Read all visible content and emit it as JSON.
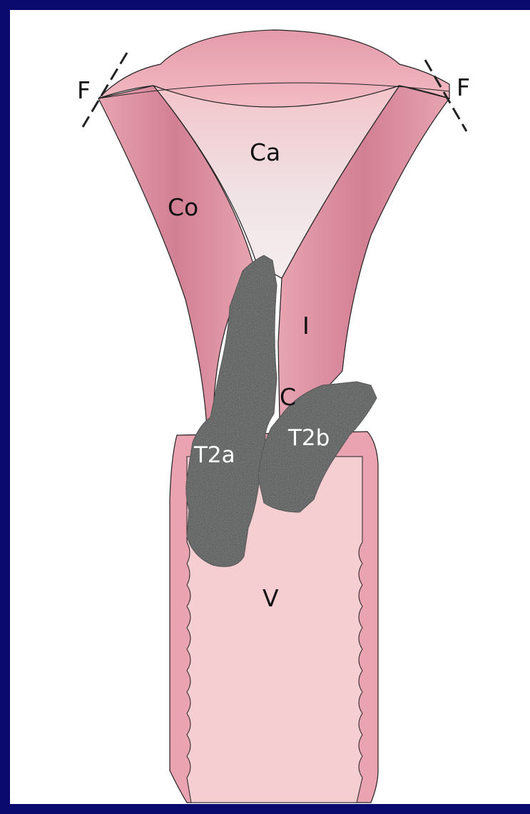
{
  "colors": {
    "frame": "#0a0a6e",
    "background": "#ffffff",
    "muscle": "#d98a9c",
    "fundus_light": "#f4c3c9",
    "cavity": "#f3e6e8",
    "tumor": "#4a4f4d",
    "vagina_stripe": "#f0b8bf"
  },
  "labels": {
    "fallopian_left": "F",
    "fallopian_right": "F",
    "cavity": "Ca",
    "corpus": "Co",
    "isthmus": "I",
    "cervix": "C",
    "tumor_a": "T2a",
    "tumor_b": "T2b",
    "vagina": "V"
  }
}
